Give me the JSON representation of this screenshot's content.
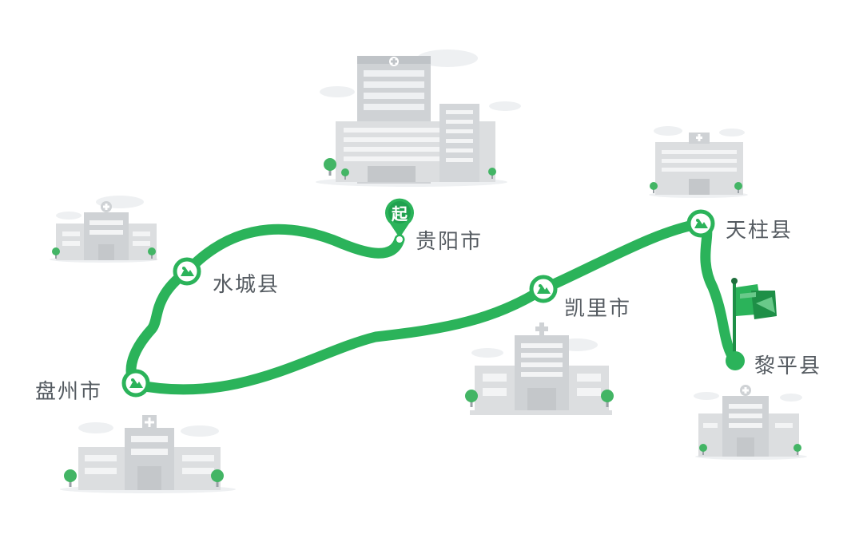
{
  "route": {
    "start_badge": "起",
    "stops": [
      {
        "id": "guiyang",
        "name": "贵阳市"
      },
      {
        "id": "shuicheng",
        "name": "水城县"
      },
      {
        "id": "panzhou",
        "name": "盘州市"
      },
      {
        "id": "kaili",
        "name": "凯里市"
      },
      {
        "id": "tianzhu",
        "name": "天柱县"
      },
      {
        "id": "liping",
        "name": "黎平县"
      }
    ]
  },
  "colors": {
    "route": "#2bb35a",
    "route_dark": "#1e8f47",
    "building": "#dcdee0",
    "building_dark": "#c4c7ca",
    "window": "#f3f4f5",
    "tree": "#43b565",
    "cloud": "#eef0f2",
    "label": "#555b61"
  },
  "icons": {
    "stop_marker": "mountain-marker-icon",
    "start_marker": "start-pin-icon",
    "finish_marker": "finish-flag-icon",
    "hospital": "hospital-building-icon"
  }
}
